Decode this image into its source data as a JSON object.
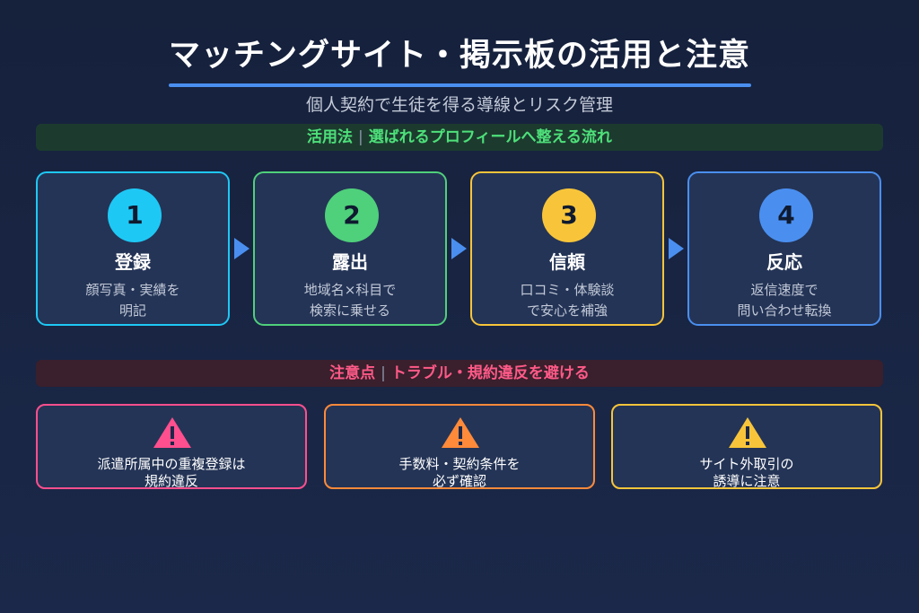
{
  "title": "マッチングサイト・掲示板の活用と注意",
  "subtitle": "個人契約で生徒を得る導線とリスク管理",
  "usage_banner": {
    "label": "活用法",
    "separator": "|",
    "text": "選ばれるプロフィールへ整える流れ"
  },
  "steps": [
    {
      "number": "1",
      "title": "登録",
      "desc_line1": "顔写真・実績を",
      "desc_line2": "明記",
      "color": "#1ec8f5"
    },
    {
      "number": "2",
      "title": "露出",
      "desc_line1": "地域名×科目で",
      "desc_line2": "検索に乗せる",
      "color": "#4fd07b"
    },
    {
      "number": "3",
      "title": "信頼",
      "desc_line1": "口コミ・体験談",
      "desc_line2": "で安心を補強",
      "color": "#f8c53a"
    },
    {
      "number": "4",
      "title": "反応",
      "desc_line1": "返信速度で",
      "desc_line2": "問い合わせ転換",
      "color": "#4a8ff0"
    }
  ],
  "caution_banner": {
    "label": "注意点",
    "separator": "|",
    "text": "トラブル・規約違反を避ける"
  },
  "warnings": [
    {
      "line1": "派遣所属中の重複登録は",
      "line2": "規約違反",
      "color": "#ff4f8e",
      "icon": "warning-icon"
    },
    {
      "line1": "手数料・契約条件を",
      "line2": "必ず確認",
      "color": "#ff8a3a",
      "icon": "warning-icon"
    },
    {
      "line1": "サイト外取引の",
      "line2": "誘導に注意",
      "color": "#f8c53a",
      "icon": "warning-icon"
    }
  ],
  "colors": {
    "background": "#16213c",
    "card": "#243456",
    "accent": "#4a8ff0",
    "usage_text": "#4ee07a",
    "caution_text": "#ff5a88"
  }
}
